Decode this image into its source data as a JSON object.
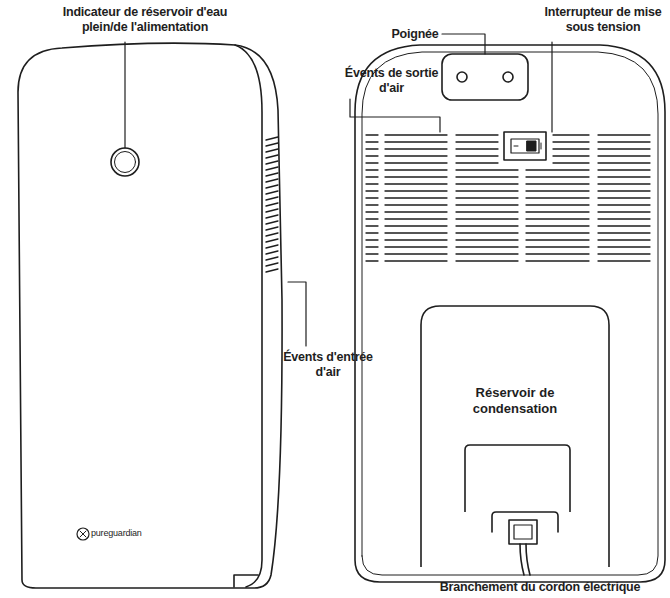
{
  "diagram": {
    "nodes": [
      {
        "text": [
          "Réservoir de condensation"
        ]
      }
    ],
    "labels": [
      "Indicateur de réservoir d'eau plein/de l'alimentation",
      "Poignée",
      "Interrupteur de mise sous tension",
      "Évents de sortie d'air",
      "Évents d'entrée d'air",
      "Branchement du cordon électrique",
      "pureguardian"
    ]
  }
}
